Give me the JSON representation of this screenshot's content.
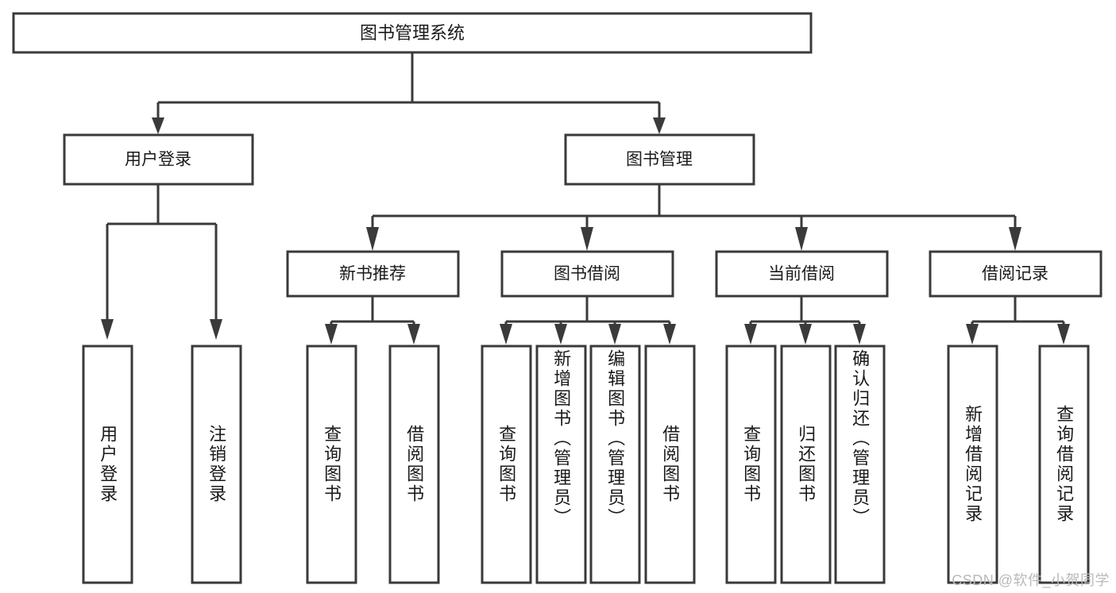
{
  "diagram": {
    "type": "tree-hierarchy",
    "orientation": "top-down",
    "title": "图书管理系统",
    "colors": {
      "box_stroke": "#3a3a3a",
      "box_fill": "#ffffff",
      "connector": "#3a3a3a",
      "text": "#1a1a1a",
      "watermark": "#b9b9b9",
      "background": "#ffffff"
    },
    "root": {
      "label": "图书管理系统"
    },
    "level1": [
      {
        "label": "用户登录"
      },
      {
        "label": "图书管理"
      }
    ],
    "level2": [
      {
        "label": "新书推荐"
      },
      {
        "label": "图书借阅"
      },
      {
        "label": "当前借阅"
      },
      {
        "label": "借阅记录"
      }
    ],
    "leaves": {
      "user_login": [
        {
          "label": "用户登录"
        },
        {
          "label": "注销登录"
        }
      ],
      "new_book_recommend": [
        {
          "label": "查询图书"
        },
        {
          "label": "借阅图书"
        }
      ],
      "book_borrow": [
        {
          "label": "查询图书"
        },
        {
          "label": "新增图书（管理员）"
        },
        {
          "label": "编辑图书（管理员）"
        },
        {
          "label": "借阅图书"
        }
      ],
      "current_borrow": [
        {
          "label": "查询图书"
        },
        {
          "label": "归还图书"
        },
        {
          "label": "确认归还（管理员）"
        }
      ],
      "borrow_record": [
        {
          "label": "新增借阅记录"
        },
        {
          "label": "查询借阅记录"
        }
      ]
    },
    "watermark": "CSDN @软件_小贺同学"
  }
}
